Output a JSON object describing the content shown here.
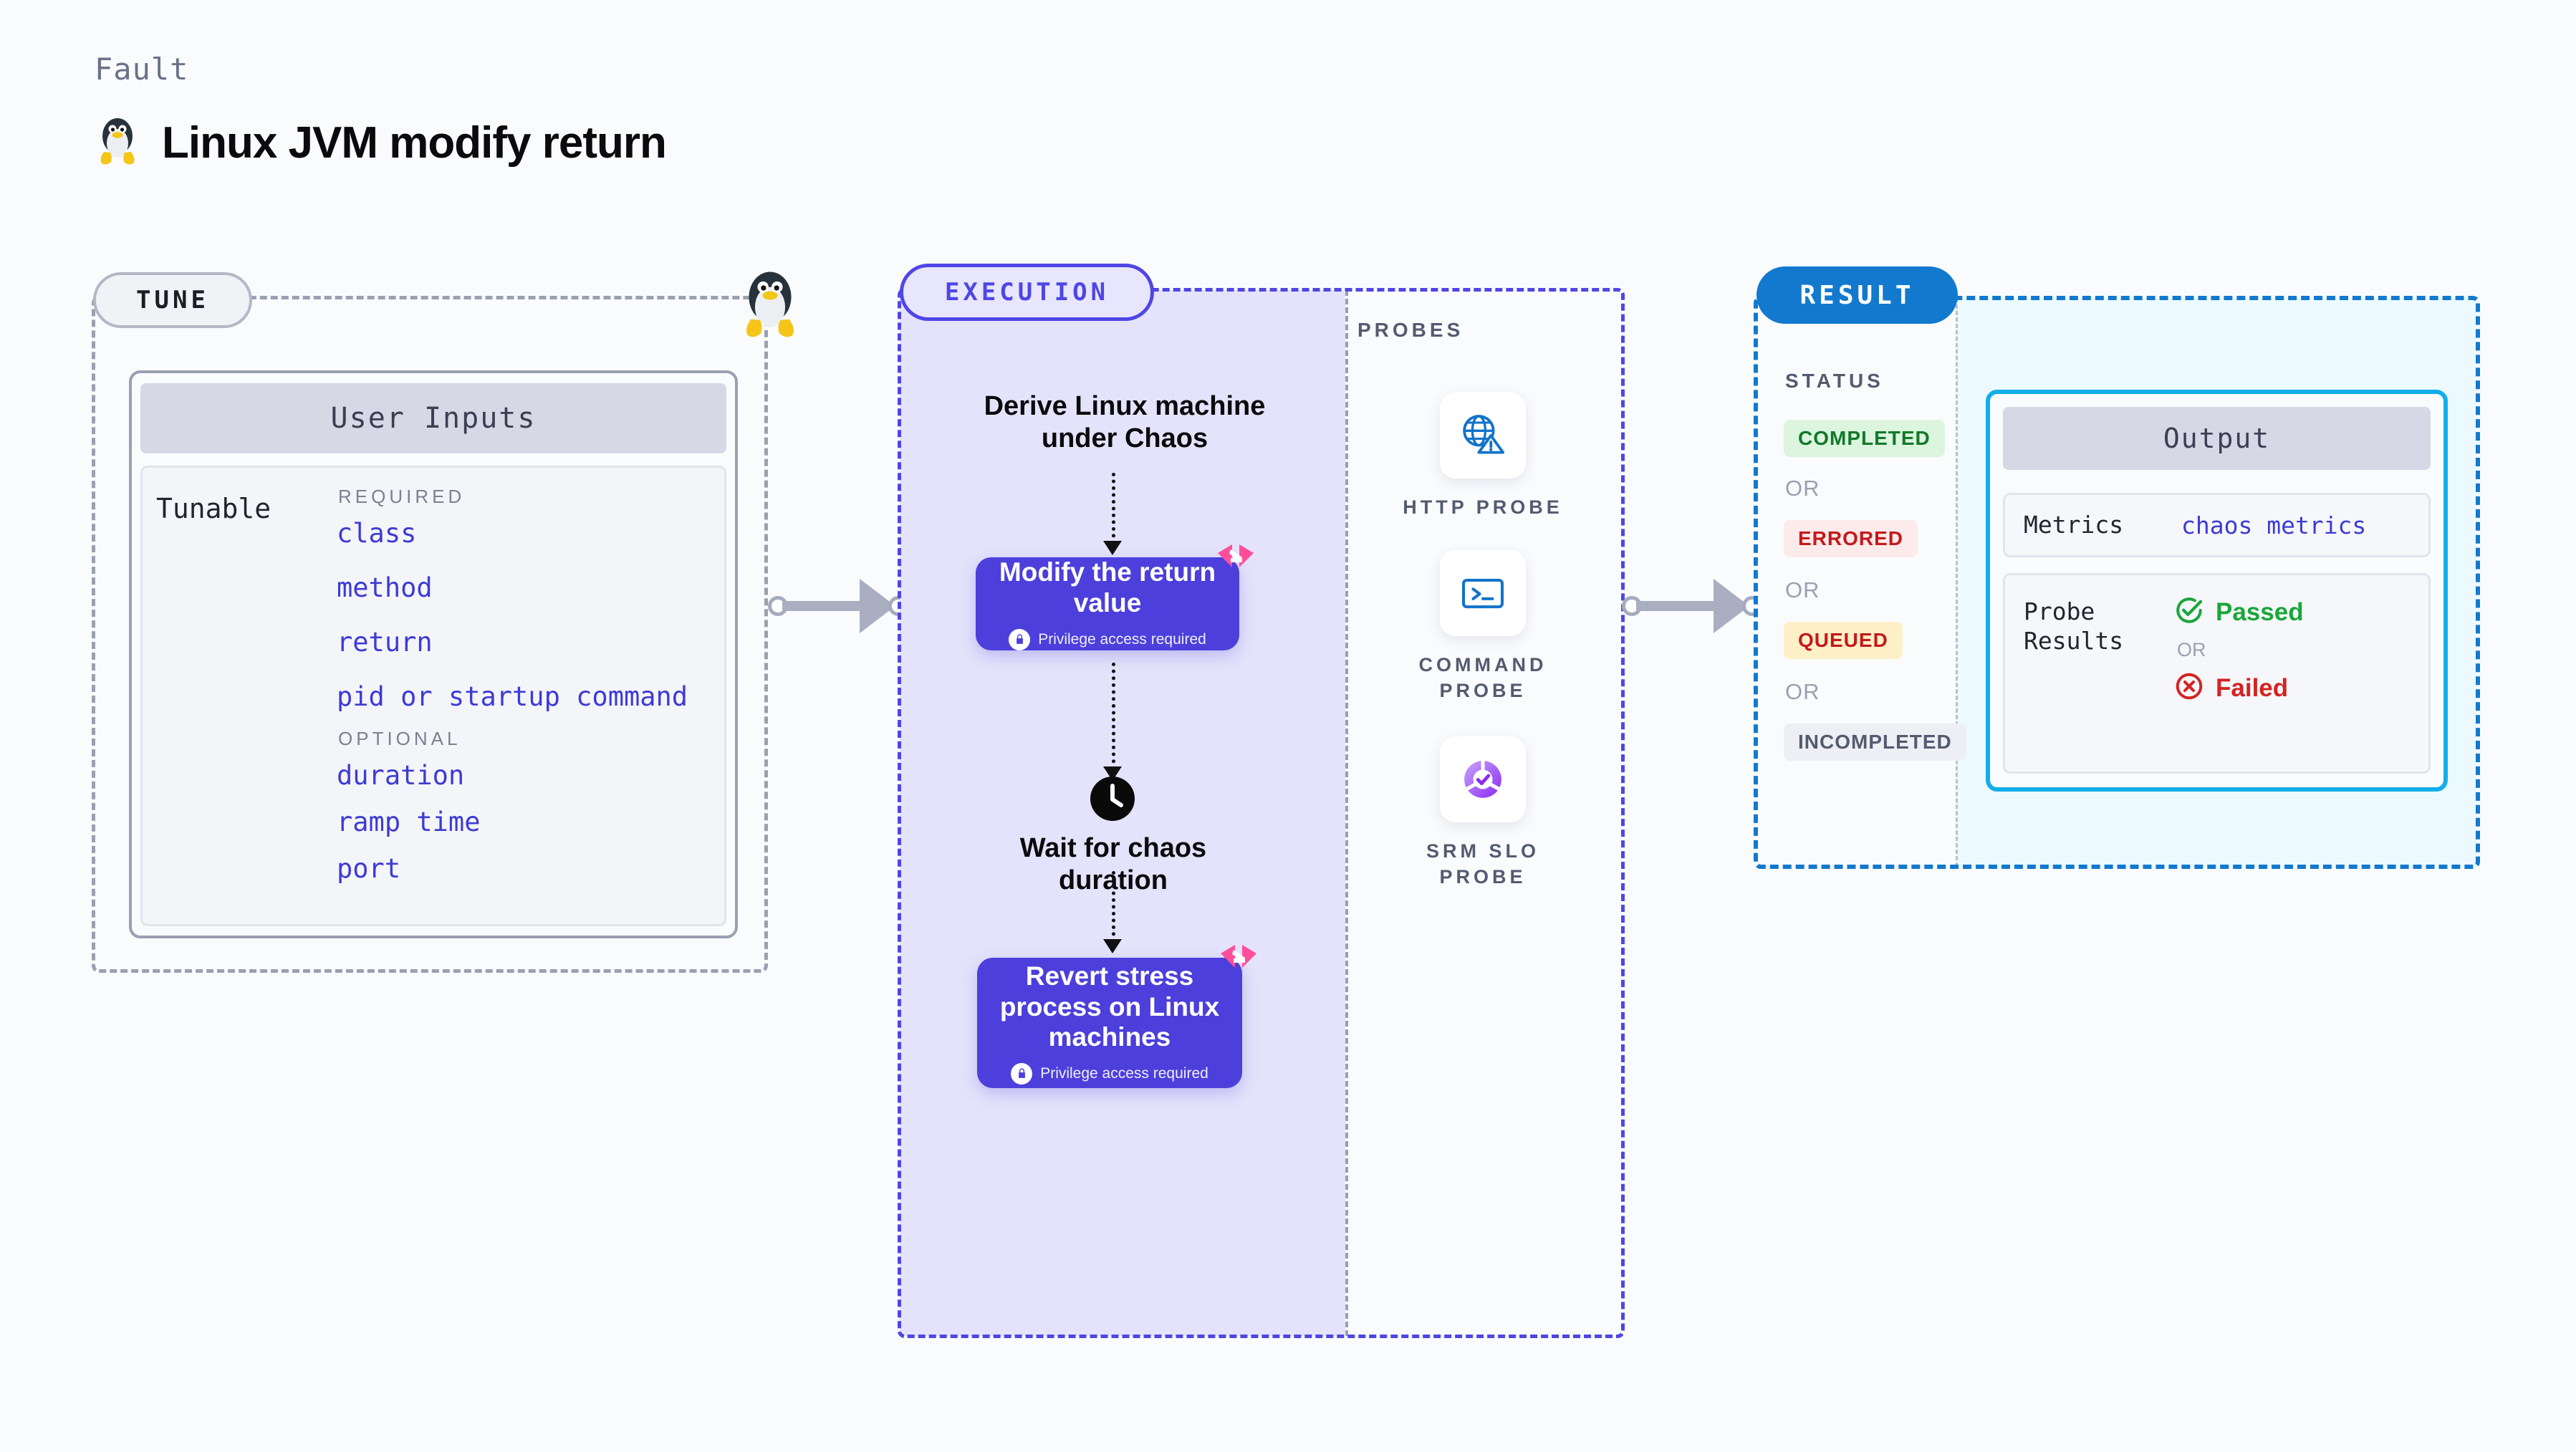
{
  "header": {
    "kicker": "Fault",
    "title": "Linux JVM modify return",
    "icon": "linux-penguin-icon"
  },
  "tune": {
    "badge": "TUNE",
    "line_icon": "linux-penguin-icon",
    "card": {
      "header": "User Inputs",
      "row_label": "Tunable",
      "groups": [
        {
          "title": "REQUIRED",
          "items": [
            "class",
            "method",
            "return",
            "pid or startup command"
          ]
        },
        {
          "title": "OPTIONAL",
          "items": [
            "duration",
            "ramp time",
            "port"
          ]
        }
      ]
    }
  },
  "execution": {
    "badge": "EXECUTION",
    "steps": [
      {
        "type": "text",
        "label": "Derive Linux machine under Chaos"
      },
      {
        "type": "card",
        "label": "Modify the return value",
        "sub": "Privilege access required",
        "badge": "harness-logo-icon",
        "lock": "lock-icon"
      },
      {
        "type": "wait",
        "label": "Wait for chaos duration",
        "icon": "clock-icon"
      },
      {
        "type": "card",
        "label": "Revert stress process on Linux machines",
        "sub": "Privilege access required",
        "badge": "harness-logo-icon",
        "lock": "lock-icon"
      }
    ]
  },
  "probes": {
    "title": "PROBES",
    "items": [
      {
        "label": "HTTP PROBE",
        "icon": "globe-warning-icon"
      },
      {
        "label": "COMMAND PROBE",
        "icon": "terminal-prompt-icon"
      },
      {
        "label": "SRM SLO PROBE",
        "icon": "slo-gauge-check-icon"
      }
    ]
  },
  "result": {
    "badge": "RESULT",
    "status_title": "STATUS",
    "or_label": "OR",
    "statuses": [
      {
        "label": "COMPLETED",
        "bg": "#dcf5de",
        "fg": "#13792a"
      },
      {
        "label": "ERRORED",
        "bg": "#fdeaea",
        "fg": "#c4191b"
      },
      {
        "label": "QUEUED",
        "bg": "#fdf0c8",
        "fg": "#c4191b"
      },
      {
        "label": "INCOMPLETED",
        "bg": "#eeeff4",
        "fg": "#545b70"
      }
    ],
    "output": {
      "header": "Output",
      "metrics_label": "Metrics",
      "metrics_value": "chaos metrics",
      "probe_results_label": "Probe Results",
      "passed_label": "Passed",
      "failed_label": "Failed",
      "or_label": "OR",
      "passed_icon": "check-circle-icon",
      "failed_icon": "x-circle-icon"
    }
  },
  "colors": {
    "tune_border": "#9aa0b0",
    "execution_border": "#4f46e5",
    "execution_fill": "#e4e3fb",
    "result_border": "#1279cf",
    "result_fill": "#ecfaff",
    "node_purple": "#4c3fdb",
    "harness_pink": "#ff4f9a",
    "output_border": "#12aee8",
    "mono_value": "#3d3bd6"
  }
}
